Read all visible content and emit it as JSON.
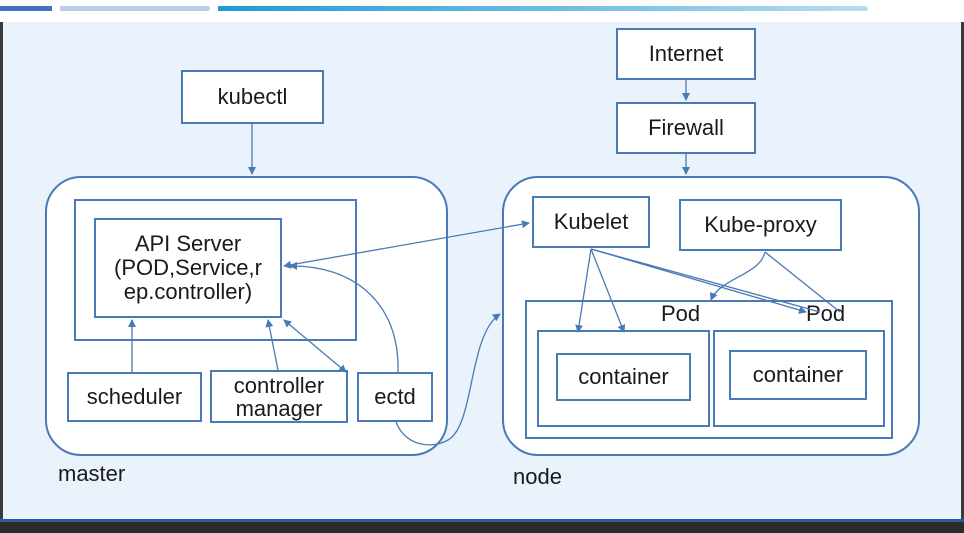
{
  "kubectl": "kubectl",
  "internet": "Internet",
  "firewall": "Firewall",
  "master": {
    "label": "master",
    "api_server": [
      "API Server",
      "(POD,Service,r",
      "ep.controller)"
    ],
    "scheduler": "scheduler",
    "controller_manager": [
      "controller",
      "manager"
    ],
    "etcd": "ectd"
  },
  "node": {
    "label": "node",
    "kubelet": "Kubelet",
    "kube_proxy": "Kube-proxy",
    "pod_labels": [
      "Pod",
      "Pod"
    ],
    "containers": [
      "container",
      "container"
    ]
  },
  "colors": {
    "border": "#4a7ab5",
    "background": "#eaf3fb",
    "box_fill": "#ffffff"
  }
}
